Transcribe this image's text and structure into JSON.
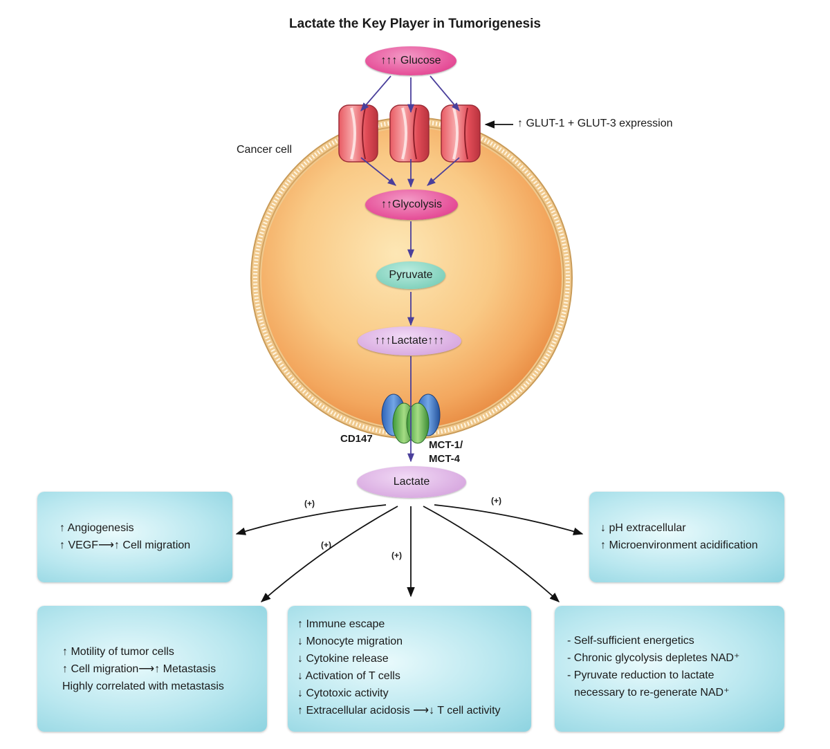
{
  "title": "Lactate the Key Player in Tumorigenesis",
  "labels": {
    "cancer_cell": "Cancer cell",
    "glut": "↑ GLUT-1 + GLUT-3 expression",
    "cd147": "CD147",
    "mct_1": "MCT-1/",
    "mct_2": "MCT-4"
  },
  "nodes": {
    "glucose": "↑↑↑ Glucose",
    "glycolysis": "↑↑Glycolysis",
    "pyruvate": "Pyruvate",
    "lactate_inside": "↑↑↑Lactate↑↑↑",
    "lactate_out": "Lactate"
  },
  "effect_signs": [
    "(+)",
    "(+)",
    "(+)",
    "(+)"
  ],
  "boxes": {
    "angiogenesis": [
      "↑ Angiogenesis",
      "↑  VEGF⟶↑ Cell migration"
    ],
    "ph": [
      "↓  pH extracellular",
      "↑  Microenvironment acidification"
    ],
    "metastasis": [
      "↑ Motility of tumor cells",
      "↑ Cell migration⟶↑ Metastasis",
      "Highly correlated with metastasis"
    ],
    "immune": [
      "↑ Immune escape",
      "↓ Monocyte migration",
      "↓ Cytokine release",
      "↓ Activation of T cells",
      "↓ Cytotoxic activity",
      "↑ Extracellular acidosis ⟶↓ T cell activity"
    ],
    "energetics": [
      "- Self-sufficient energetics",
      "- Chronic glycolysis depletes NAD⁺",
      "- Pyruvate reduction to lactate",
      "  necessary to re-generate NAD⁺"
    ]
  }
}
